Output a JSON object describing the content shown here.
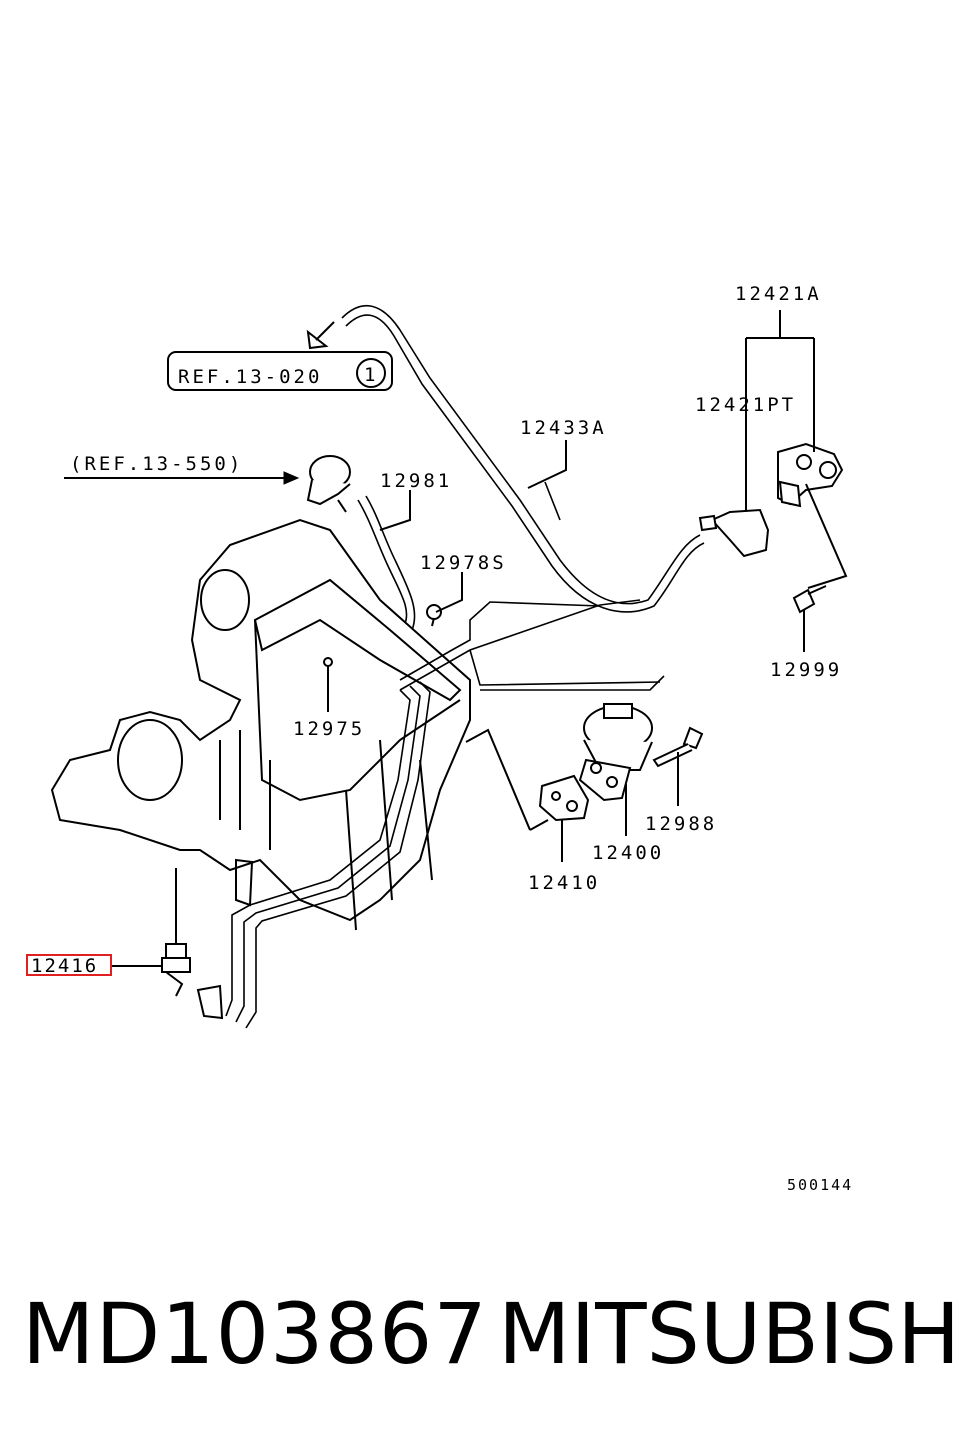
{
  "refs": {
    "ref1": "REF.13-020",
    "ref1_circle": "1",
    "ref2": "(REF.13-550)"
  },
  "callouts": {
    "c12421A": "12421A",
    "c12421PT": "12421PT",
    "c12433A": "12433A",
    "c12981": "12981",
    "c12978S": "12978S",
    "c12999": "12999",
    "c12975": "12975",
    "c12988": "12988",
    "c12400": "12400",
    "c12410": "12410",
    "c12416": "12416"
  },
  "highlight": {
    "part": "12416",
    "color": "#e02020"
  },
  "diagram_code": "500144",
  "footer": {
    "part_number": "MD103867",
    "brand": "MITSUBISHI"
  }
}
